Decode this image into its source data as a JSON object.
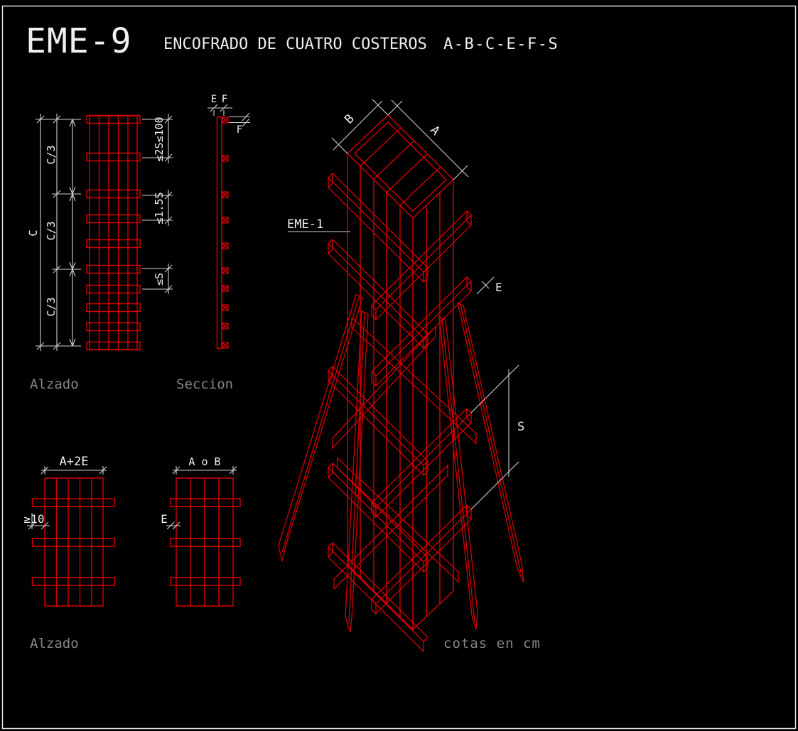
{
  "title": {
    "code": "EME-9",
    "main": "ENCOFRADO DE CUATRO COSTEROS",
    "series": "A-B-C-E-F-S"
  },
  "colors": {
    "background": "#000000",
    "linework_red": "#d40000",
    "dimension_white": "#cfcfcf",
    "text_white": "#f0f0f0",
    "label_gray": "#848484"
  },
  "alzado_top": {
    "label": "Alzado",
    "dim_overall": "C",
    "thirds": [
      "C/3",
      "C/3",
      "C/3"
    ],
    "spacing_top": "≤2S≤100",
    "spacing_mid": "≤1.5S",
    "spacing_bottom": "≤S"
  },
  "seccion": {
    "label": "Seccion",
    "dim_e": "E",
    "dim_f": "F",
    "dim_f_side": "F"
  },
  "panels": {
    "label": "Alzado",
    "view1_width": "A+2E",
    "view1_overhang": "≥10",
    "view2_width": "A o B",
    "view2_thickness": "E"
  },
  "isometric": {
    "callout": "EME-1",
    "dim_a": "A",
    "dim_b": "B",
    "dim_s": "S",
    "dim_e": "E"
  },
  "footnote": "cotas en cm"
}
